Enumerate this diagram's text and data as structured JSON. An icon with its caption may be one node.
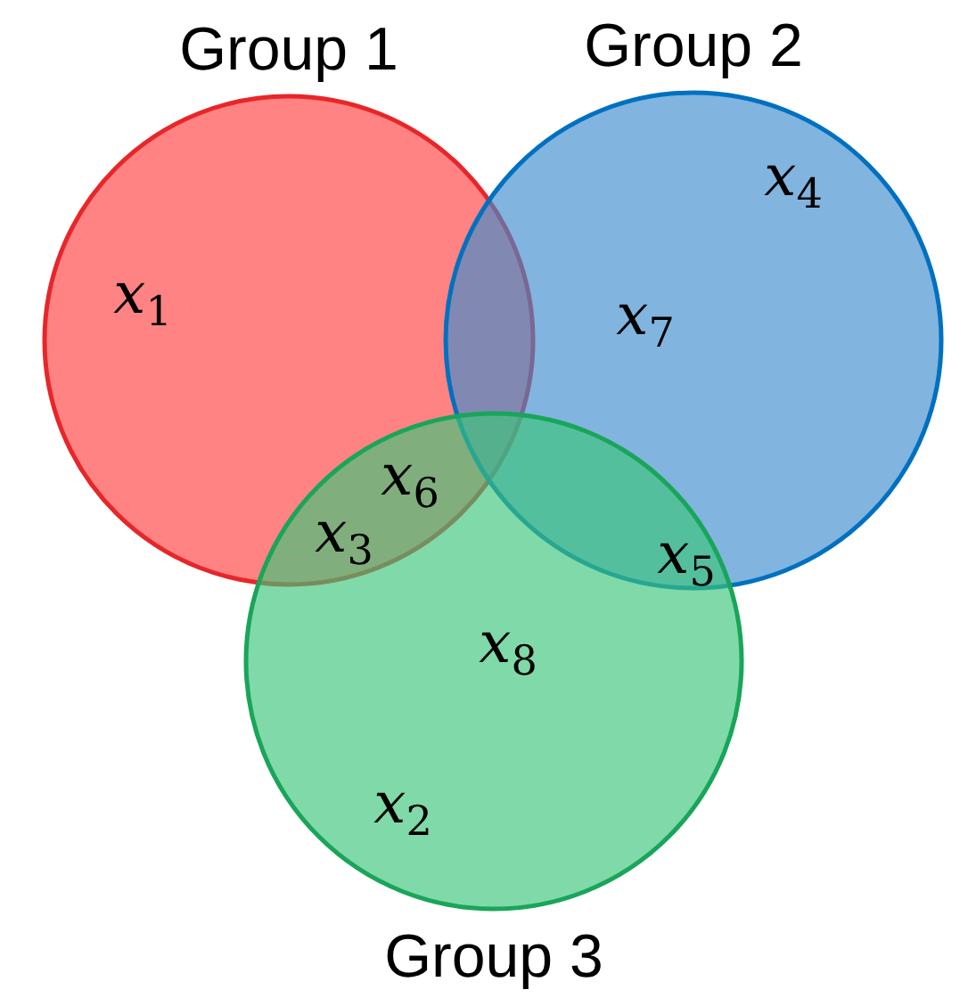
{
  "diagram": {
    "nodes": [
      {
        "text": [
          "Group 1"
        ]
      },
      {
        "text": [
          "Group 2"
        ]
      },
      {
        "text": [
          "Group 3"
        ]
      }
    ],
    "labels": [
      "x$_{1}$",
      "x$_{4}$",
      "x$_{7}$",
      "x$_{6}$",
      "x$_{3}$",
      "x$_{5}$",
      "x$_{8}$",
      "x$_{2}$"
    ]
  }
}
